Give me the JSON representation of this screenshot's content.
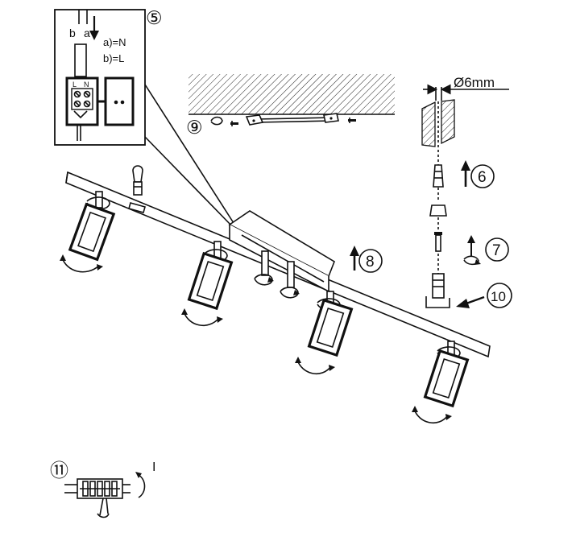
{
  "steps": {
    "step5": "⑤",
    "step6": "6",
    "step7": "7",
    "step8": "8",
    "step9": "⑨",
    "step10": "10",
    "step11": "⑪"
  },
  "wiring": {
    "label_b": "b",
    "label_a": "a",
    "legend_a": "a)=N",
    "legend_b": "b)=L",
    "terminal_L": "L",
    "terminal_N": "N"
  },
  "drill": {
    "diameter": "Ø6mm"
  },
  "bulb_turn": {
    "symbol": "I"
  }
}
